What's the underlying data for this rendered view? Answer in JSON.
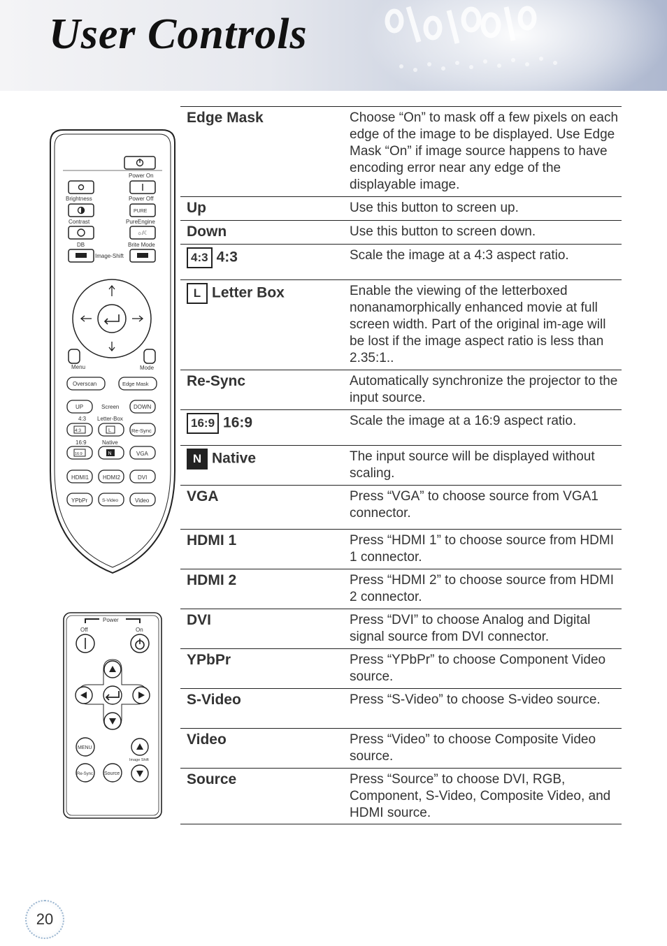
{
  "page": {
    "title": "User Controls",
    "page_number": "20"
  },
  "remote_large": {
    "power_on": "Power On",
    "power_off": "Power Off",
    "brightness": "Brightness",
    "contrast": "Contrast",
    "db": "DB",
    "pure_engine": "PureEngine",
    "pure": "PURE",
    "brite_mode": "Brite Mode",
    "image_shift": "Image-Shift",
    "menu": "Menu",
    "mode": "Mode",
    "overscan": "Overscan",
    "edge_mask": "Edge Mask",
    "up": "UP",
    "screen": "Screen",
    "down": "DOWN",
    "aspect_43": "4:3",
    "letter_box": "Letter-Box",
    "resync": "Re-Sync",
    "aspect_169": "16:9",
    "native": "Native",
    "vga": "VGA",
    "hdmi1": "HDMI1",
    "hdmi2": "HDMI2",
    "dvi": "DVI",
    "ypbpr": "YPbPr",
    "svideo": "S-Video",
    "video": "Video",
    "key_43": "4:3",
    "key_l": "L",
    "key_169": "16:9",
    "key_n": "N"
  },
  "remote_small": {
    "power": "Power",
    "off": "Off",
    "on": "On",
    "menu": "MENU",
    "image_shift": "Image Shift",
    "resync": "Re-Sync",
    "source": "Source"
  },
  "rows": [
    {
      "name": "Edge Mask",
      "desc": "Choose “On” to mask off a few pixels on each edge of the image to be displayed. Use Edge Mask “On” if image source happens to have encoding error near any edge of the displayable image."
    },
    {
      "name": "Up",
      "desc": "Use this button to screen up."
    },
    {
      "name": "Down",
      "desc": "Use this button to screen down."
    },
    {
      "name": "4:3",
      "icon": "4:3",
      "desc": "Scale the image at a 4:3 aspect ratio."
    },
    {
      "name": "Letter Box",
      "icon": "L",
      "desc": "Enable the viewing of the letterboxed nonanamorphically enhanced movie at full screen width. Part of the original im-age will be lost if the image aspect ratio is less than 2.35:1.."
    },
    {
      "name": "Re-Sync",
      "desc": "Automatically synchronize the projector to the input source."
    },
    {
      "name": "16:9",
      "icon": "16:9",
      "desc": "Scale the image at a 16:9 aspect ratio."
    },
    {
      "name": "Native",
      "icon": "N",
      "desc": "The input source will be displayed without scaling."
    },
    {
      "name": "VGA",
      "desc": "Press “VGA” to choose source from VGA1 connector."
    },
    {
      "name": "HDMI 1",
      "desc": "Press “HDMI 1” to choose source from HDMI 1 connector."
    },
    {
      "name": "HDMI 2",
      "desc": "Press “HDMI 2” to choose source from HDMI 2 connector."
    },
    {
      "name": "DVI",
      "desc": "Press “DVI” to choose Analog and Digital signal source from DVI connector."
    },
    {
      "name": "YPbPr",
      "desc": "Press “YPbPr” to choose Component Video source."
    },
    {
      "name": "S-Video",
      "desc": "Press “S-Video” to choose S-video source."
    },
    {
      "name": "Video",
      "desc": "Press “Video” to choose Composite Video source."
    },
    {
      "name": "Source",
      "desc": "Press “Source” to choose DVI, RGB, Component, S-Video, Composite Video, and HDMI source."
    }
  ]
}
